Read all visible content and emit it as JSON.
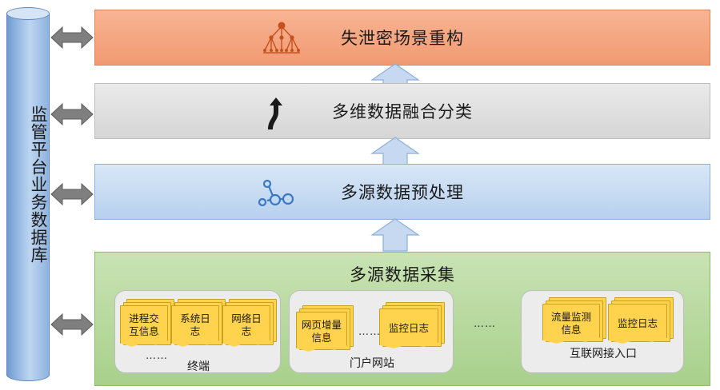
{
  "database": {
    "label": "监管平台业务数据库"
  },
  "layers": {
    "reconstruct": {
      "title": "失泄密场景重构",
      "icon": "hierarchy-tree-icon"
    },
    "fusion": {
      "title": "多维数据融合分类",
      "icon": "merge-arrow-icon"
    },
    "preprocess": {
      "title": "多源数据预处理",
      "icon": "nodes-graph-icon"
    },
    "collect": {
      "title": "多源数据采集"
    }
  },
  "groups": {
    "terminal": {
      "label": "终端",
      "dots": "……",
      "docs": [
        "进程交互信息",
        "系统日志",
        "网络日志"
      ]
    },
    "portal": {
      "label": "门户网站",
      "dots": "……",
      "docs": [
        "网页增量信息",
        "监控日志"
      ]
    },
    "between_dots": "……",
    "internet": {
      "label": "互联网接入口",
      "docs": [
        "流量监测信息",
        "监控日志"
      ]
    }
  },
  "colors": {
    "reconstruct": "#f19a72",
    "fusion": "#d6d6d6",
    "preprocess": "#b7d0ee",
    "collect": "#a8d08b",
    "doc": "#ffd34d",
    "arrow": "#c6d9f1"
  }
}
